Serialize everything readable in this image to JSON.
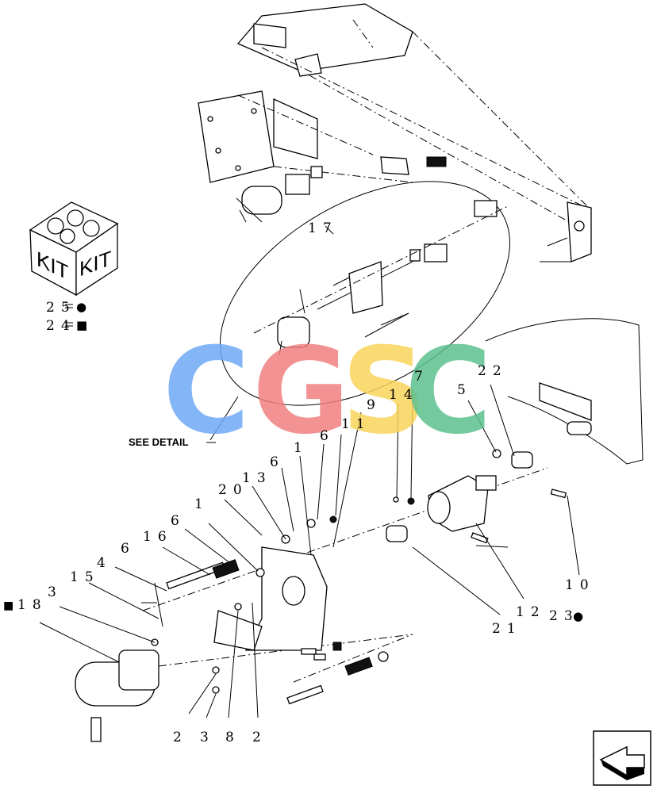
{
  "diagram": {
    "see_detail_label": "SEE DETAIL",
    "kit_box": {
      "label_left": "KIT",
      "label_right": "KIT"
    },
    "legend": [
      {
        "ref": "25",
        "symbol": "●"
      },
      {
        "ref": "24",
        "symbol": "■"
      }
    ],
    "callouts": {
      "c17": "17",
      "c22": "22",
      "c5": "5",
      "c7": "7",
      "c14": "14",
      "c9": "9",
      "c11": "11",
      "c6a": "6",
      "c1a": "1",
      "c6b": "6",
      "c13": "13",
      "c20": "20",
      "c1b": "1",
      "c6c": "6",
      "c16": "16",
      "c6d": "6",
      "c4": "4",
      "c15": "15",
      "c3a": "3",
      "c18": "18",
      "c18_symbol": "■",
      "c10": "10",
      "c12": "12",
      "c23": "23",
      "c23_symbol": "●",
      "c21": "21",
      "c2a": "2",
      "c3b": "3",
      "c8": "8",
      "c2b": "2"
    },
    "watermark": {
      "letters": [
        "C",
        "G",
        "S",
        "C"
      ],
      "colors": [
        "#6fa8f5",
        "#f07f7f",
        "#f8d35a",
        "#5cbf8e"
      ]
    },
    "nav_icon": "next-page-arrow-icon"
  }
}
